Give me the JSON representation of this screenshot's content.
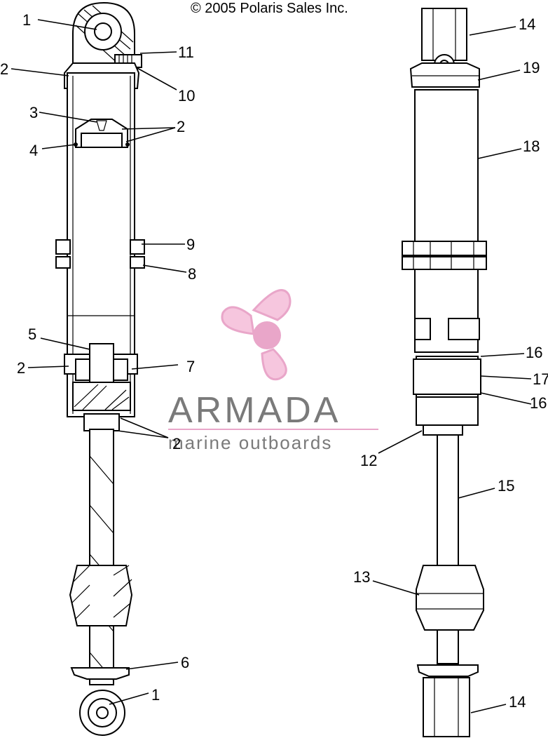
{
  "copyright": "© 2005 Polaris Sales Inc.",
  "watermark": {
    "brand": "ARMADA",
    "tagline": "marine outboards",
    "accent_color": "#e9a6c9",
    "text_color": "#7a7a7a"
  },
  "callouts": {
    "c1a": "1",
    "c2a": "2",
    "c3": "3",
    "c2b": "2",
    "c4": "4",
    "c9": "9",
    "c8": "8",
    "c5": "5",
    "c2c": "2",
    "c7": "7",
    "c2d": "2",
    "c6": "6",
    "c1b": "1",
    "c11": "11",
    "c10": "10",
    "c14a": "14",
    "c19": "19",
    "c18": "18",
    "c16a": "16",
    "c17": "17",
    "c16b": "16",
    "c12": "12",
    "c15": "15",
    "c13": "13",
    "c14b": "14"
  }
}
